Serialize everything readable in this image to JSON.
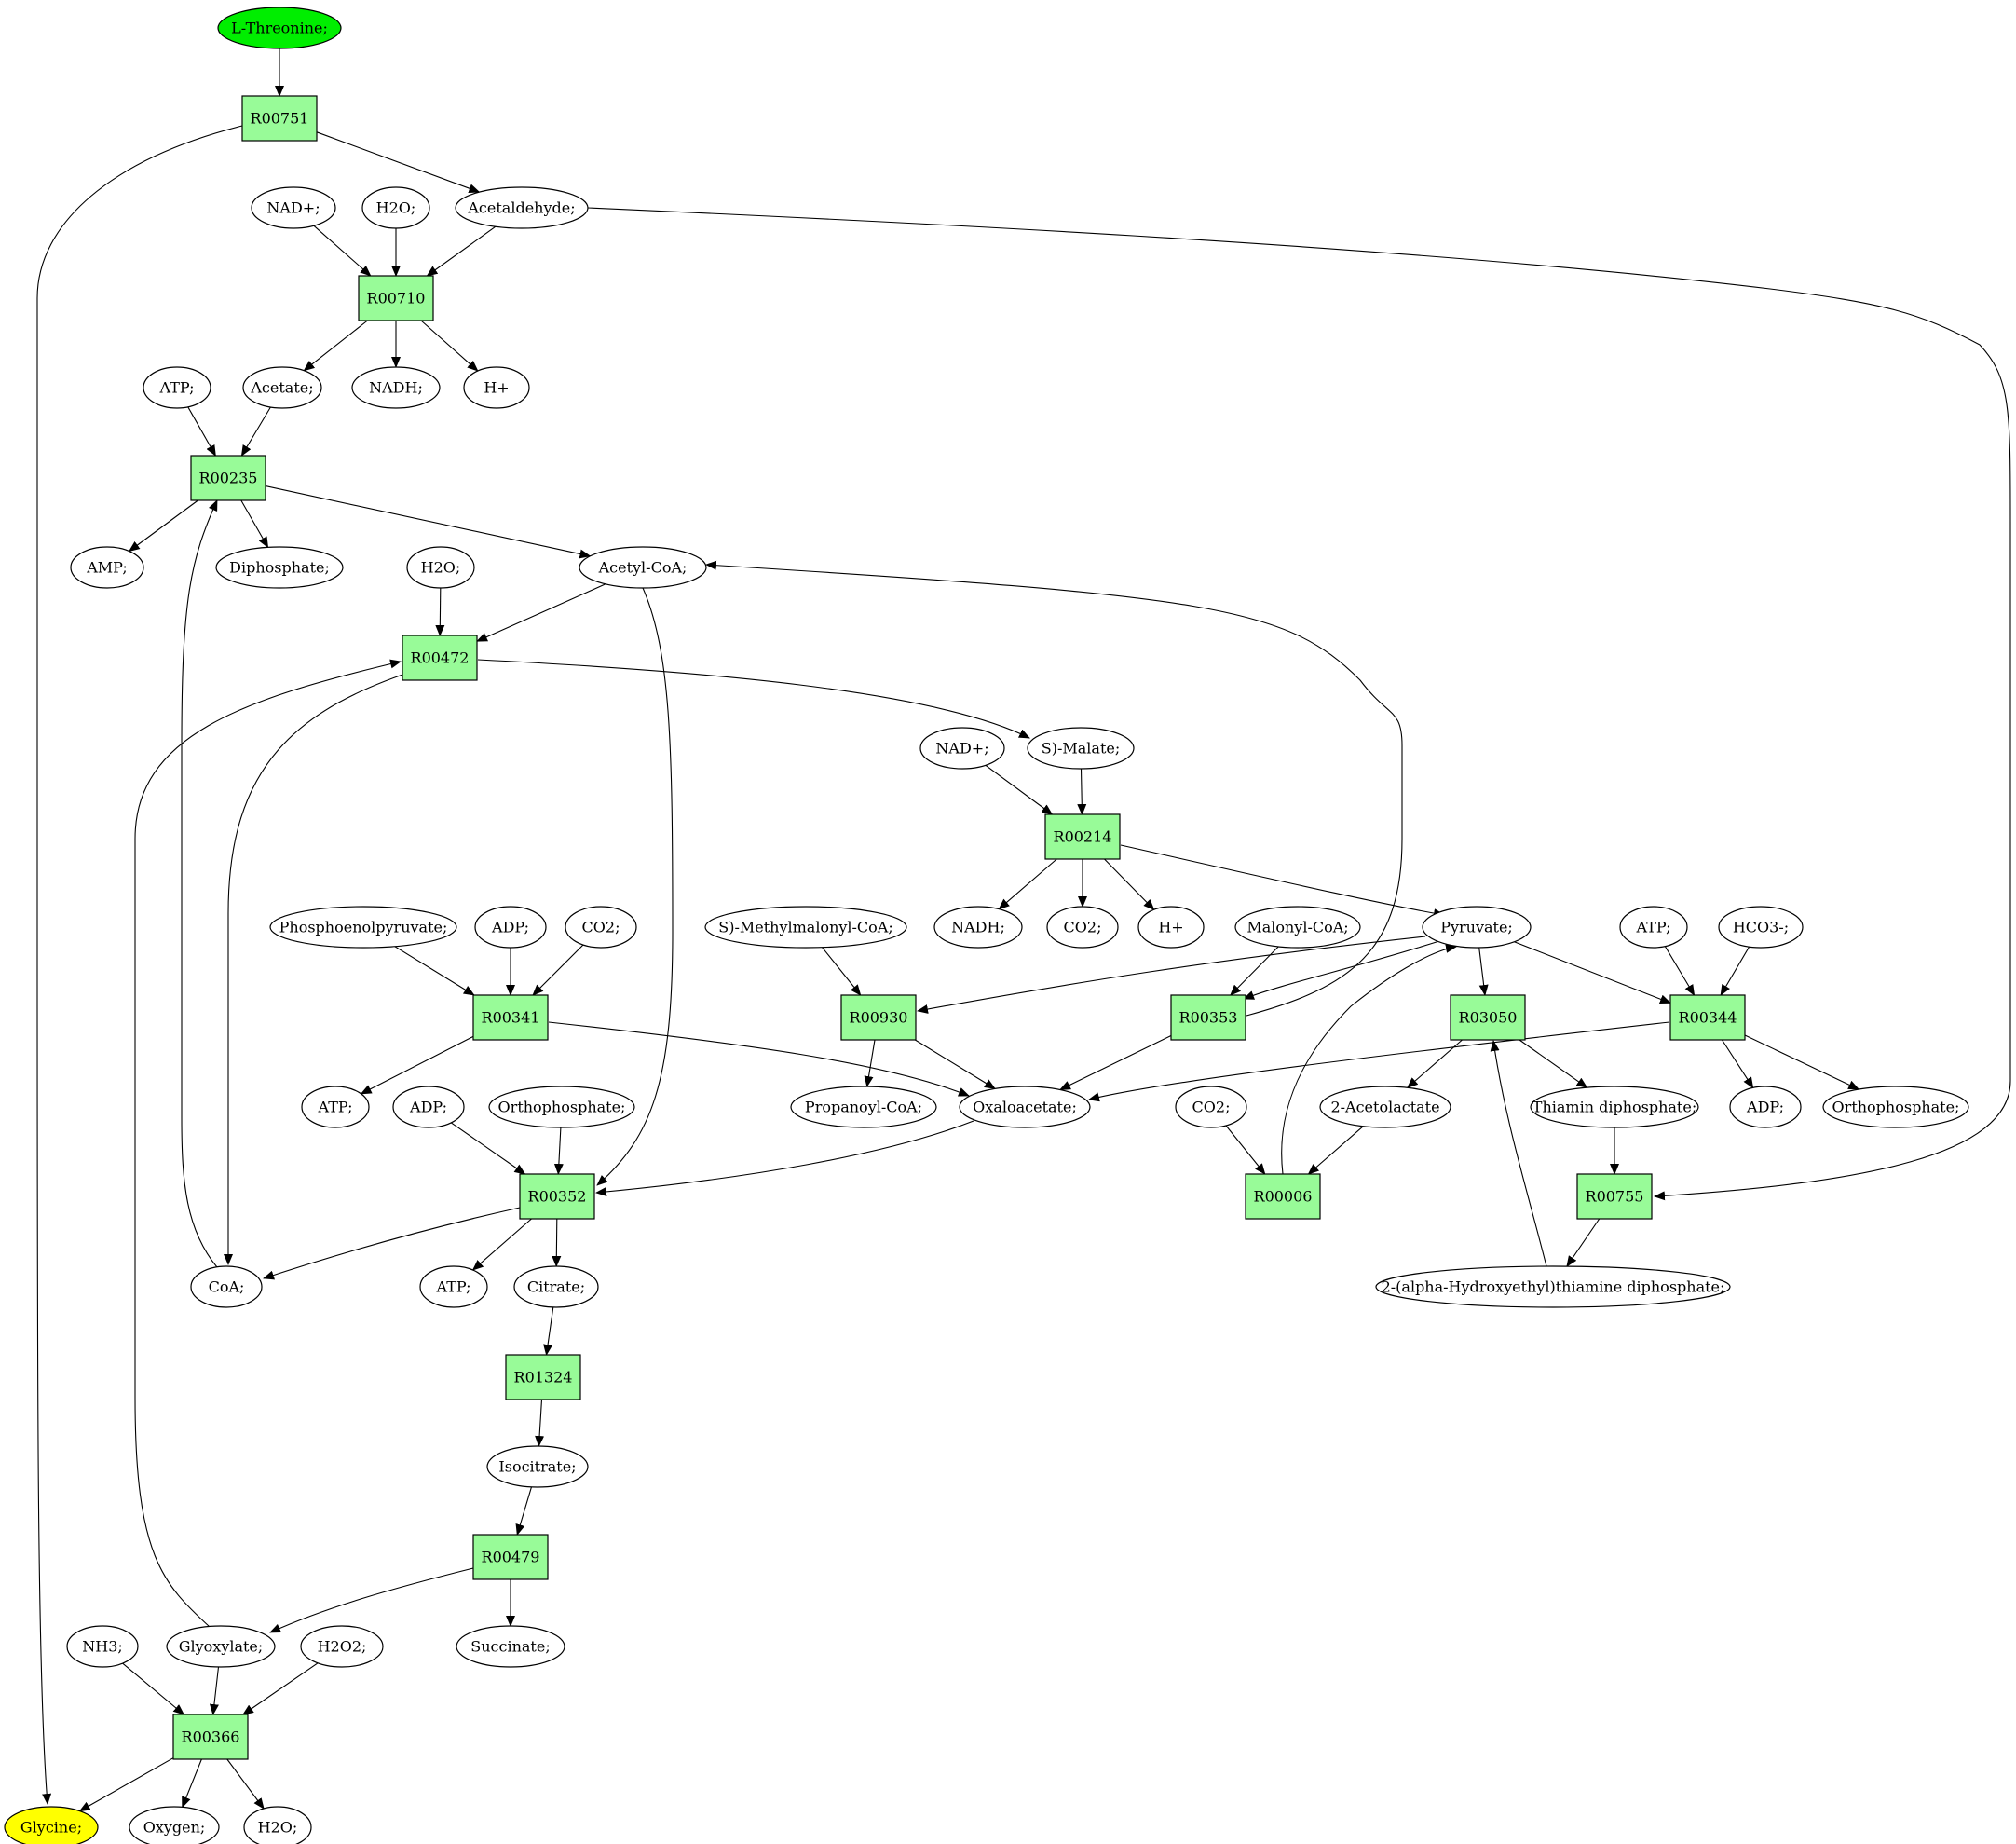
{
  "colors": {
    "reaction_fill": "#98fb98",
    "source_fill": "#00ee00",
    "target_fill": "#ffff00",
    "compound_fill": "#ffffff",
    "stroke": "#000000"
  },
  "nodes": [
    {
      "id": "l_threonine",
      "label": "L-Threonine;",
      "kind": "source"
    },
    {
      "id": "r00751",
      "label": "R00751",
      "kind": "reaction"
    },
    {
      "id": "nad_1",
      "label": "NAD+;",
      "kind": "compound"
    },
    {
      "id": "h2o_1",
      "label": "H2O;",
      "kind": "compound"
    },
    {
      "id": "acetaldehyde",
      "label": "Acetaldehyde;",
      "kind": "compound"
    },
    {
      "id": "r00710",
      "label": "R00710",
      "kind": "reaction"
    },
    {
      "id": "atp_1",
      "label": "ATP;",
      "kind": "compound"
    },
    {
      "id": "acetate",
      "label": "Acetate;",
      "kind": "compound"
    },
    {
      "id": "nadh_1",
      "label": "NADH;",
      "kind": "compound"
    },
    {
      "id": "hplus_1",
      "label": "H+",
      "kind": "compound"
    },
    {
      "id": "r00235",
      "label": "R00235",
      "kind": "reaction"
    },
    {
      "id": "amp",
      "label": "AMP;",
      "kind": "compound"
    },
    {
      "id": "diphosphate",
      "label": "Diphosphate;",
      "kind": "compound"
    },
    {
      "id": "h2o_2",
      "label": "H2O;",
      "kind": "compound"
    },
    {
      "id": "acetyl_coa",
      "label": "Acetyl-CoA;",
      "kind": "compound"
    },
    {
      "id": "r00472",
      "label": "R00472",
      "kind": "reaction"
    },
    {
      "id": "nad_2",
      "label": "NAD+;",
      "kind": "compound"
    },
    {
      "id": "s_malate",
      "label": "S)-Malate;",
      "kind": "compound"
    },
    {
      "id": "r00214",
      "label": "R00214",
      "kind": "reaction"
    },
    {
      "id": "nadh_2",
      "label": "NADH;",
      "kind": "compound"
    },
    {
      "id": "co2_2",
      "label": "CO2;",
      "kind": "compound"
    },
    {
      "id": "hplus_2",
      "label": "H+",
      "kind": "compound"
    },
    {
      "id": "pep",
      "label": "Phosphoenolpyruvate;",
      "kind": "compound"
    },
    {
      "id": "adp_1",
      "label": "ADP;",
      "kind": "compound"
    },
    {
      "id": "co2_1",
      "label": "CO2;",
      "kind": "compound"
    },
    {
      "id": "methylmalonyl",
      "label": "S)-Methylmalonyl-CoA;",
      "kind": "compound"
    },
    {
      "id": "malonyl_coa",
      "label": "Malonyl-CoA;",
      "kind": "compound"
    },
    {
      "id": "pyruvate",
      "label": "Pyruvate;",
      "kind": "compound"
    },
    {
      "id": "atp_3",
      "label": "ATP;",
      "kind": "compound"
    },
    {
      "id": "hco3",
      "label": "HCO3-;",
      "kind": "compound"
    },
    {
      "id": "r00341",
      "label": "R00341",
      "kind": "reaction"
    },
    {
      "id": "r00930",
      "label": "R00930",
      "kind": "reaction"
    },
    {
      "id": "r00353",
      "label": "R00353",
      "kind": "reaction"
    },
    {
      "id": "r03050",
      "label": "R03050",
      "kind": "reaction"
    },
    {
      "id": "r00344",
      "label": "R00344",
      "kind": "reaction"
    },
    {
      "id": "atp_2",
      "label": "ATP;",
      "kind": "compound"
    },
    {
      "id": "adp_2",
      "label": "ADP;",
      "kind": "compound"
    },
    {
      "id": "orthophosphate_1",
      "label": "Orthophosphate;",
      "kind": "compound"
    },
    {
      "id": "propanoyl_coa",
      "label": "Propanoyl-CoA;",
      "kind": "compound"
    },
    {
      "id": "oxaloacetate",
      "label": "Oxaloacetate;",
      "kind": "compound"
    },
    {
      "id": "co2_3",
      "label": "CO2;",
      "kind": "compound"
    },
    {
      "id": "acetolactate",
      "label": "2-Acetolactate",
      "kind": "compound"
    },
    {
      "id": "thiamin_dp",
      "label": "Thiamin diphosphate;",
      "kind": "compound"
    },
    {
      "id": "adp_3",
      "label": "ADP;",
      "kind": "compound"
    },
    {
      "id": "orthophosphate_2",
      "label": "Orthophosphate;",
      "kind": "compound"
    },
    {
      "id": "r00352",
      "label": "R00352",
      "kind": "reaction"
    },
    {
      "id": "r00006",
      "label": "R00006",
      "kind": "reaction"
    },
    {
      "id": "r00755",
      "label": "R00755",
      "kind": "reaction"
    },
    {
      "id": "coa",
      "label": "CoA;",
      "kind": "compound"
    },
    {
      "id": "atp_4",
      "label": "ATP;",
      "kind": "compound"
    },
    {
      "id": "citrate",
      "label": "Citrate;",
      "kind": "compound"
    },
    {
      "id": "hydroxyethyl_tdp",
      "label": "2-(alpha-Hydroxyethyl)thiamine diphosphate;",
      "kind": "compound"
    },
    {
      "id": "r01324",
      "label": "R01324",
      "kind": "reaction"
    },
    {
      "id": "isocitrate",
      "label": "Isocitrate;",
      "kind": "compound"
    },
    {
      "id": "r00479",
      "label": "R00479",
      "kind": "reaction"
    },
    {
      "id": "nh3",
      "label": "NH3;",
      "kind": "compound"
    },
    {
      "id": "glyoxylate",
      "label": "Glyoxylate;",
      "kind": "compound"
    },
    {
      "id": "h2o2",
      "label": "H2O2;",
      "kind": "compound"
    },
    {
      "id": "succinate",
      "label": "Succinate;",
      "kind": "compound"
    },
    {
      "id": "r00366",
      "label": "R00366",
      "kind": "reaction"
    },
    {
      "id": "glycine",
      "label": "Glycine;",
      "kind": "target"
    },
    {
      "id": "oxygen",
      "label": "Oxygen;",
      "kind": "compound"
    },
    {
      "id": "h2o_3",
      "label": "H2O;",
      "kind": "compound"
    }
  ],
  "edges": [
    [
      "l_threonine",
      "r00751"
    ],
    [
      "r00751",
      "acetaldehyde"
    ],
    [
      "r00751",
      "glycine"
    ],
    [
      "nad_1",
      "r00710"
    ],
    [
      "h2o_1",
      "r00710"
    ],
    [
      "acetaldehyde",
      "r00710"
    ],
    [
      "acetaldehyde",
      "r00755"
    ],
    [
      "r00710",
      "acetate"
    ],
    [
      "r00710",
      "nadh_1"
    ],
    [
      "r00710",
      "hplus_1"
    ],
    [
      "atp_1",
      "r00235"
    ],
    [
      "acetate",
      "r00235"
    ],
    [
      "coa",
      "r00235"
    ],
    [
      "r00235",
      "amp"
    ],
    [
      "r00235",
      "diphosphate"
    ],
    [
      "r00235",
      "acetyl_coa"
    ],
    [
      "h2o_2",
      "r00472"
    ],
    [
      "acetyl_coa",
      "r00472"
    ],
    [
      "glyoxylate",
      "r00472"
    ],
    [
      "r00472",
      "s_malate"
    ],
    [
      "r00472",
      "coa"
    ],
    [
      "acetyl_coa",
      "r00352"
    ],
    [
      "r00353",
      "acetyl_coa"
    ],
    [
      "nad_2",
      "r00214"
    ],
    [
      "s_malate",
      "r00214"
    ],
    [
      "r00214",
      "nadh_2"
    ],
    [
      "r00214",
      "co2_2"
    ],
    [
      "r00214",
      "hplus_2"
    ],
    [
      "r00214",
      "pyruvate"
    ],
    [
      "pep",
      "r00341"
    ],
    [
      "adp_1",
      "r00341"
    ],
    [
      "co2_1",
      "r00341"
    ],
    [
      "r00341",
      "atp_2"
    ],
    [
      "r00341",
      "oxaloacetate"
    ],
    [
      "methylmalonyl",
      "r00930"
    ],
    [
      "pyruvate",
      "r00930"
    ],
    [
      "r00930",
      "propanoyl_coa"
    ],
    [
      "r00930",
      "oxaloacetate"
    ],
    [
      "malonyl_coa",
      "r00353"
    ],
    [
      "pyruvate",
      "r00353"
    ],
    [
      "r00353",
      "oxaloacetate"
    ],
    [
      "pyruvate",
      "r03050"
    ],
    [
      "hydroxyethyl_tdp",
      "r03050"
    ],
    [
      "r03050",
      "acetolactate"
    ],
    [
      "r03050",
      "thiamin_dp"
    ],
    [
      "pyruvate",
      "r00344"
    ],
    [
      "atp_3",
      "r00344"
    ],
    [
      "hco3",
      "r00344"
    ],
    [
      "r00344",
      "oxaloacetate"
    ],
    [
      "r00344",
      "adp_3"
    ],
    [
      "r00344",
      "orthophosphate_2"
    ],
    [
      "adp_2",
      "r00352"
    ],
    [
      "orthophosphate_1",
      "r00352"
    ],
    [
      "oxaloacetate",
      "r00352"
    ],
    [
      "r00352",
      "coa"
    ],
    [
      "r00352",
      "atp_4"
    ],
    [
      "r00352",
      "citrate"
    ],
    [
      "co2_3",
      "r00006"
    ],
    [
      "acetolactate",
      "r00006"
    ],
    [
      "r00006",
      "pyruvate"
    ],
    [
      "thiamin_dp",
      "r00755"
    ],
    [
      "r00755",
      "hydroxyethyl_tdp"
    ],
    [
      "citrate",
      "r01324"
    ],
    [
      "r01324",
      "isocitrate"
    ],
    [
      "isocitrate",
      "r00479"
    ],
    [
      "r00479",
      "glyoxylate"
    ],
    [
      "r00479",
      "succinate"
    ],
    [
      "nh3",
      "r00366"
    ],
    [
      "glyoxylate",
      "r00366"
    ],
    [
      "h2o2",
      "r00366"
    ],
    [
      "r00366",
      "glycine"
    ],
    [
      "r00366",
      "oxygen"
    ],
    [
      "r00366",
      "h2o_3"
    ]
  ]
}
